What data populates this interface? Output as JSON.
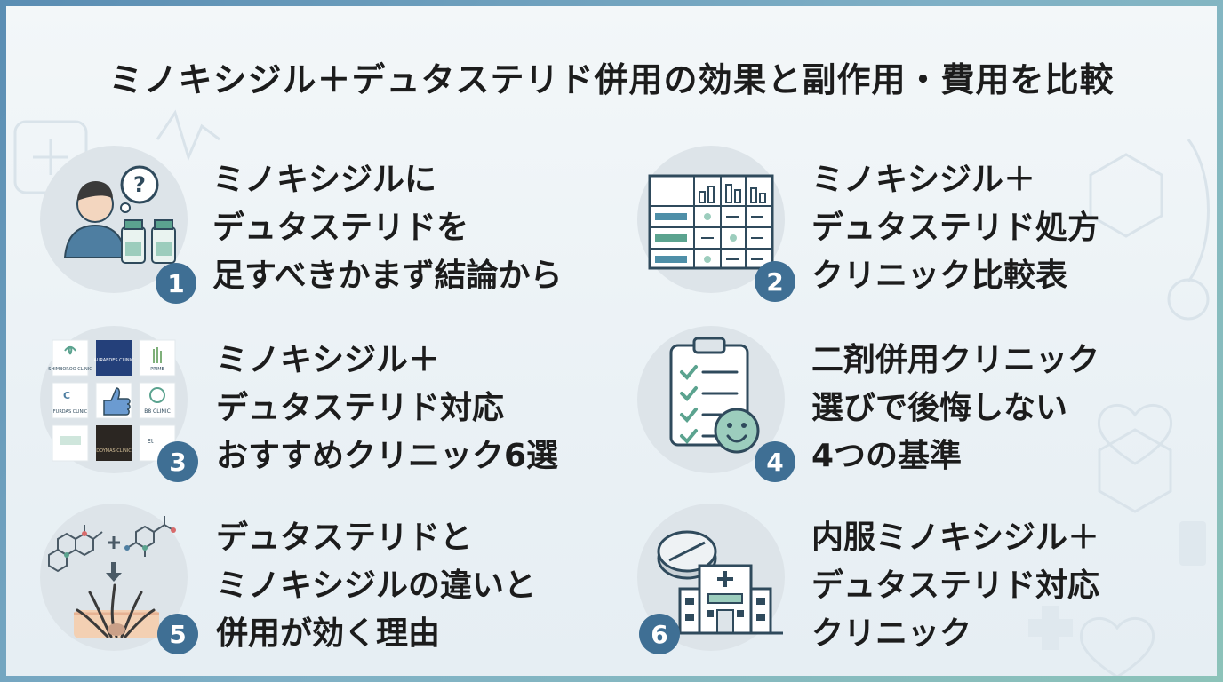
{
  "title": "ミノキシジル＋デュタステリド併用の効果と副作用・費用を比較",
  "items": [
    {
      "number": "1",
      "icon": "person-question-icon",
      "lines": [
        "ミノキシジルに",
        "デュタステリドを",
        "足すべきかまず結論から"
      ]
    },
    {
      "number": "2",
      "icon": "comparison-table-icon",
      "lines": [
        "ミノキシジル＋",
        "デュタステリド処方",
        "クリニック比較表"
      ]
    },
    {
      "number": "3",
      "icon": "clinic-logos-icon",
      "lines": [
        "ミノキシジル＋",
        "デュタステリド対応",
        "おすすめクリニック6選"
      ]
    },
    {
      "number": "4",
      "icon": "checklist-smile-icon",
      "lines": [
        "二剤併用クリニック",
        "選びで後悔しない",
        "4つの基準"
      ]
    },
    {
      "number": "5",
      "icon": "molecule-hair-icon",
      "lines": [
        "デュタステリドと",
        "ミノキシジルの違いと",
        "併用が効く理由"
      ]
    },
    {
      "number": "6",
      "icon": "pill-hospital-icon",
      "lines": [
        "内服ミノキシジル＋",
        "デュタステリド対応",
        "クリニック"
      ]
    }
  ],
  "logos": [
    "SHIMBOROO CLINIC",
    "AURAEDES CLINIC",
    "PRIME",
    "C",
    "FURDAS CLINIC",
    "B8 CLINIC",
    "",
    "DOYMAS CLINIC",
    "Et"
  ],
  "colors": {
    "badge": "#3f6f94",
    "circle": "#dde4e9",
    "accent": "#5ba38f"
  }
}
